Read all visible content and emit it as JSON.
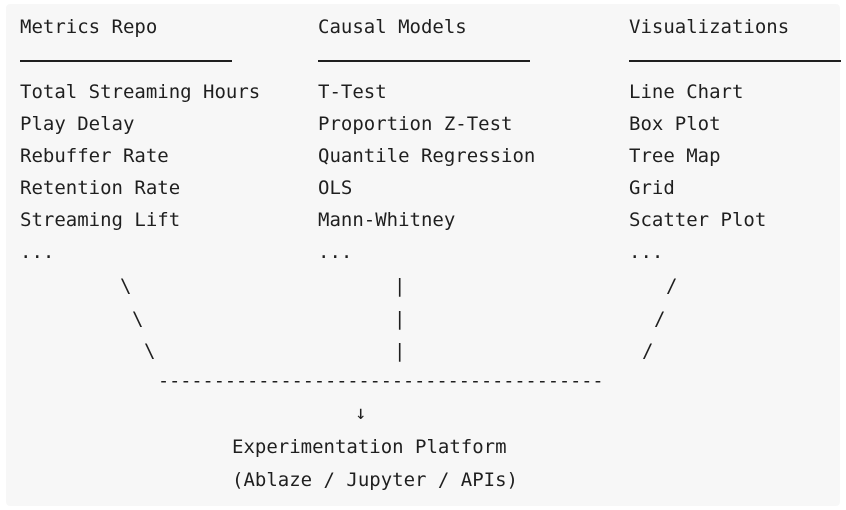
{
  "columns": [
    {
      "heading": "Metrics Repo",
      "items": [
        "Total Streaming Hours",
        "Play Delay",
        "Rebuffer Rate",
        "Retention Rate",
        "Streaming Lift",
        "..."
      ],
      "connector": [
        "\\",
        "\\",
        "\\"
      ]
    },
    {
      "heading": "Causal Models",
      "items": [
        "T-Test",
        "Proportion Z-Test",
        "Quantile Regression",
        "OLS",
        "Mann-Whitney",
        "..."
      ],
      "connector": [
        "|",
        "|",
        "|"
      ]
    },
    {
      "heading": "Visualizations",
      "items": [
        "Line Chart",
        "Box Plot",
        "Tree Map",
        "Grid",
        "Scatter Plot",
        "..."
      ],
      "connector": [
        "/",
        "/",
        "/"
      ]
    }
  ],
  "merge_line": "----------------------------------------",
  "arrow": "↓",
  "platform": {
    "title": "Experimentation Platform",
    "subtitle": "(Ablaze / Jupyter / APIs)"
  }
}
